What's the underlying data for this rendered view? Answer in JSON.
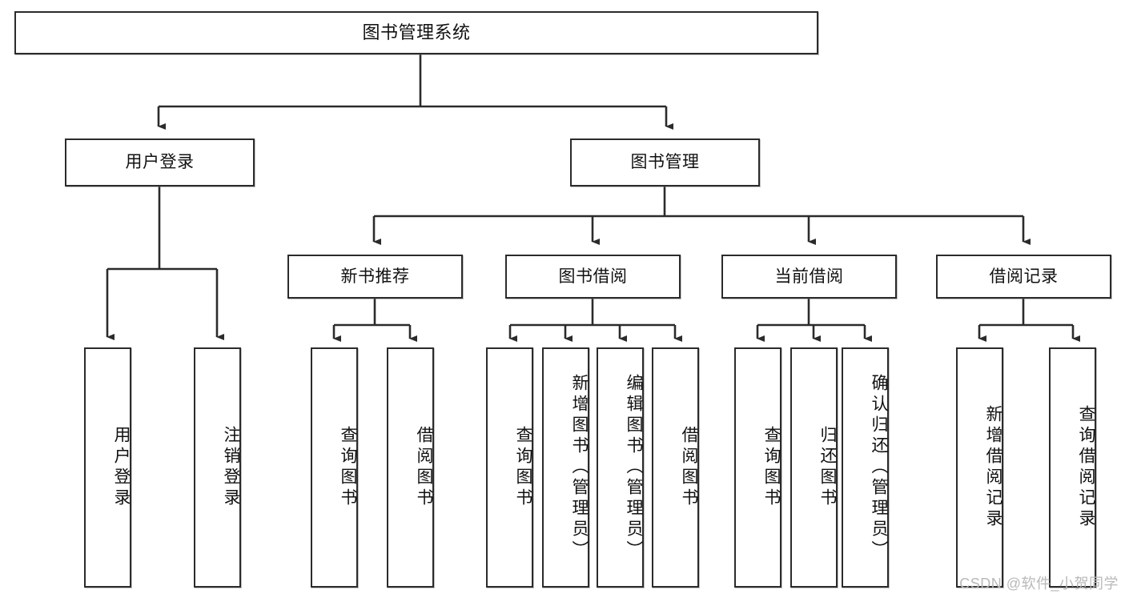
{
  "diagram": {
    "type": "tree-hierarchy",
    "title": "图书管理系统",
    "watermark": "CSDN @软件_小贺同学",
    "stroke_color": "#2b2b2b",
    "fill_color": "#ffffff",
    "text_color": "#111111",
    "watermark_color": "#b9b9b9"
  },
  "nodes": {
    "root": {
      "label": "图书管理系统",
      "orientation": "horizontal",
      "level": 1
    },
    "user_login": {
      "label": "用户登录",
      "orientation": "horizontal",
      "level": 2
    },
    "book_manage": {
      "label": "图书管理",
      "orientation": "horizontal",
      "level": 2
    },
    "new_book_rec": {
      "label": "新书推荐",
      "orientation": "horizontal",
      "level": 3
    },
    "book_borrow": {
      "label": "图书借阅",
      "orientation": "horizontal",
      "level": 3
    },
    "current_borrow": {
      "label": "当前借阅",
      "orientation": "horizontal",
      "level": 3
    },
    "borrow_record": {
      "label": "借阅记录",
      "orientation": "horizontal",
      "level": 3
    },
    "leaf_user_login": {
      "label": "用户登录",
      "orientation": "vertical",
      "level": 4
    },
    "leaf_logout": {
      "label": "注销登录",
      "orientation": "vertical",
      "level": 4
    },
    "leaf_query_book_1": {
      "label": "查询图书",
      "orientation": "vertical",
      "level": 4
    },
    "leaf_borrow_book_1": {
      "label": "借阅图书",
      "orientation": "vertical",
      "level": 4
    },
    "leaf_query_book_2": {
      "label": "查询图书",
      "orientation": "vertical",
      "level": 4
    },
    "leaf_add_book": {
      "label": "新增图书（管理员）",
      "orientation": "vertical",
      "level": 4
    },
    "leaf_edit_book": {
      "label": "编辑图书（管理员）",
      "orientation": "vertical",
      "level": 4
    },
    "leaf_borrow_book_2": {
      "label": "借阅图书",
      "orientation": "vertical",
      "level": 4
    },
    "leaf_query_book_3": {
      "label": "查询图书",
      "orientation": "vertical",
      "level": 4
    },
    "leaf_return_book": {
      "label": "归还图书",
      "orientation": "vertical",
      "level": 4
    },
    "leaf_confirm_return": {
      "label": "确认归还（管理员）",
      "orientation": "vertical",
      "level": 4
    },
    "leaf_add_record": {
      "label": "新增借阅记录",
      "orientation": "vertical",
      "level": 4
    },
    "leaf_query_record": {
      "label": "查询借阅记录",
      "orientation": "vertical",
      "level": 4
    }
  },
  "hierarchy": {
    "图书管理系统": [
      "用户登录",
      "图书管理"
    ],
    "用户登录": [
      "用户登录",
      "注销登录"
    ],
    "图书管理": [
      "新书推荐",
      "图书借阅",
      "当前借阅",
      "借阅记录"
    ],
    "新书推荐": [
      "查询图书",
      "借阅图书"
    ],
    "图书借阅": [
      "查询图书",
      "新增图书（管理员）",
      "编辑图书（管理员）",
      "借阅图书"
    ],
    "当前借阅": [
      "查询图书",
      "归还图书",
      "确认归还（管理员）"
    ],
    "借阅记录": [
      "新增借阅记录",
      "查询借阅记录"
    ]
  }
}
